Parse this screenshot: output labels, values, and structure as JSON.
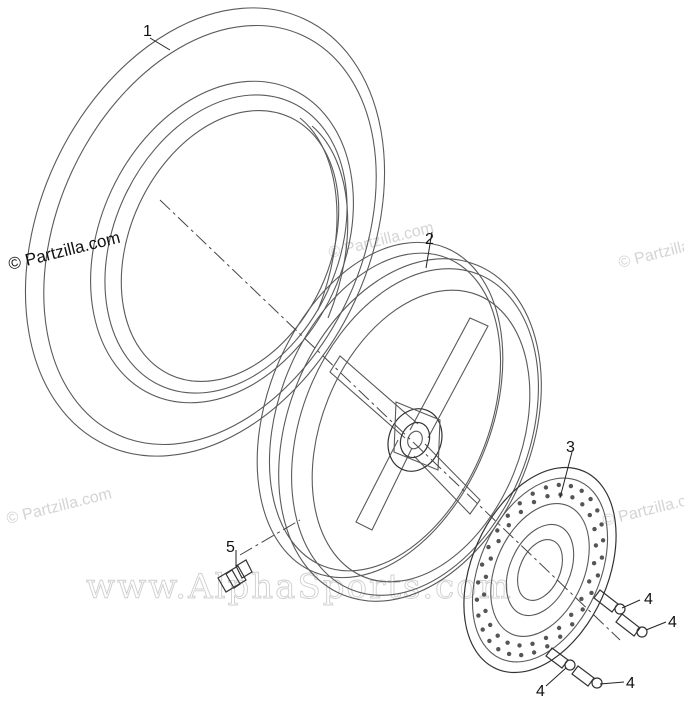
{
  "watermarks": {
    "main": "© Partzilla.com",
    "repeat": "© Partzilla.com",
    "big": "www.AlphaSports.com"
  },
  "callouts": {
    "tire": "1",
    "wheel": "2",
    "disc": "3",
    "bolt_a": "4",
    "bolt_b": "4",
    "bolt_c": "4",
    "bolt_d": "4",
    "valve": "5"
  }
}
